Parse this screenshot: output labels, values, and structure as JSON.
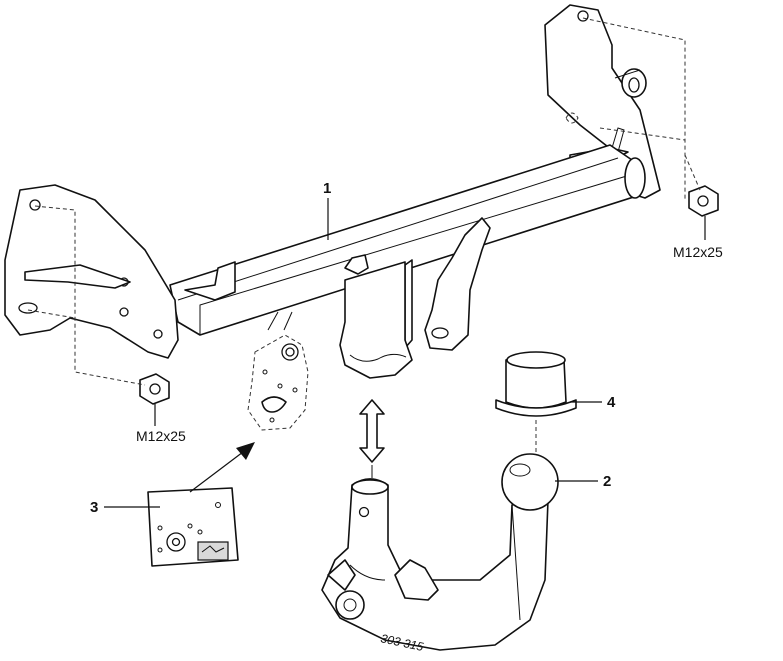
{
  "callouts": {
    "c1": "1",
    "c2": "2",
    "c3": "3",
    "c4": "4"
  },
  "bolt_labels": {
    "right": "M12x25",
    "left": "M12x25"
  },
  "part_number_marking": "303 315",
  "colors": {
    "line": "#111111",
    "shade": "#d9d9d9",
    "background": "#ffffff"
  }
}
